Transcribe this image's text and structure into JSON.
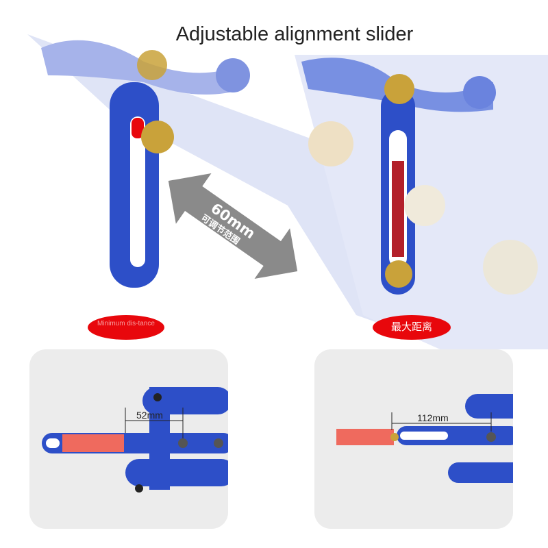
{
  "title": "Adjustable alignment slider",
  "arrow": {
    "value": "60mm",
    "caption": "可调节范围"
  },
  "labels": {
    "minimum": "Minimum dis-tance",
    "maximum": "最大距离"
  },
  "cards": [
    {
      "measurement": "52mm"
    },
    {
      "measurement": "112mm"
    }
  ],
  "colors": {
    "blue": "#2d4fc8",
    "red": "#e8070c",
    "brass": "#c9a23a",
    "gray": "#8a8a8a"
  }
}
